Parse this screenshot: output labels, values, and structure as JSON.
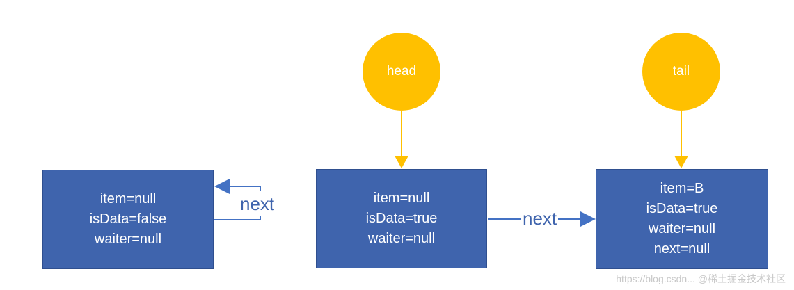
{
  "nodes": [
    {
      "id": "node-1",
      "lines": [
        "item=null",
        "isData=false",
        "waiter=null"
      ]
    },
    {
      "id": "node-2",
      "lines": [
        "item=null",
        "isData=true",
        "waiter=null"
      ]
    },
    {
      "id": "node-3",
      "lines": [
        "item=B",
        "isData=true",
        "waiter=null",
        "next=null"
      ]
    }
  ],
  "pointers": {
    "head": "head",
    "tail": "tail"
  },
  "edges": {
    "self_next_label": "next",
    "node2_to_node3_label": "next"
  },
  "colors": {
    "node_fill": "#3f64ad",
    "pointer_fill": "#ffc000",
    "arrow_blue": "#4472c4",
    "arrow_gold": "#ffc000",
    "text_on_dark": "#ffffff"
  },
  "watermark": "https://blog.csdn... @稀土掘金技术社区"
}
